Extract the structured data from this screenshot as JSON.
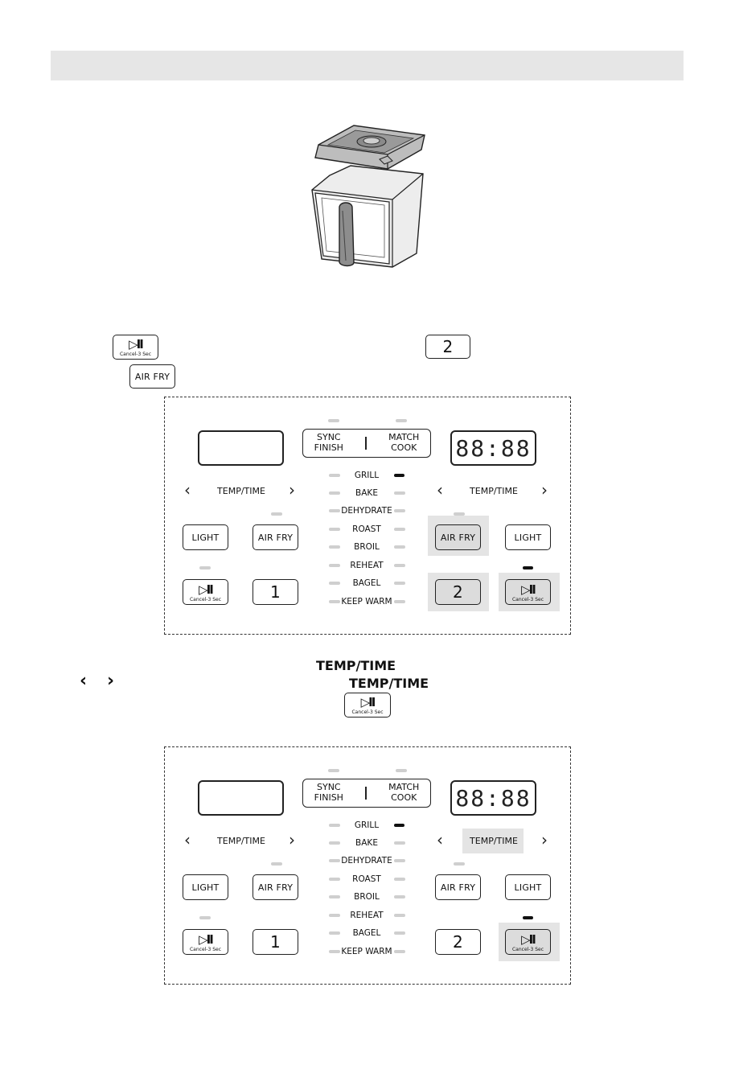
{
  "panel": {
    "sync_finish": "SYNC\nFINISH",
    "match_cook": "MATCH\nCOOK",
    "display_right": "88:88",
    "temp_time": "TEMP/TIME",
    "light": "LIGHT",
    "air_fry": "AIR FRY",
    "zone1": "1",
    "zone2": "2",
    "modes": [
      "GRILL",
      "BAKE",
      "DEHYDRATE",
      "ROAST",
      "BROIL",
      "REHEAT",
      "BAGEL",
      "KEEP WARM"
    ]
  },
  "start_button": {
    "glyph": "▷II",
    "sub": "Cancel-3 Sec"
  },
  "instructions": {
    "zone2_button": "2",
    "air_fry_button": "AIR FRY",
    "temp_time_label_1": "TEMP/TIME",
    "temp_time_label_2": "TEMP/TIME"
  },
  "icons": {
    "left_arrow": "‹",
    "right_arrow": "›"
  },
  "colors": {
    "highlight": "#e4e4e4",
    "led_on": "#111111",
    "led_off": "#cfcfcf"
  }
}
